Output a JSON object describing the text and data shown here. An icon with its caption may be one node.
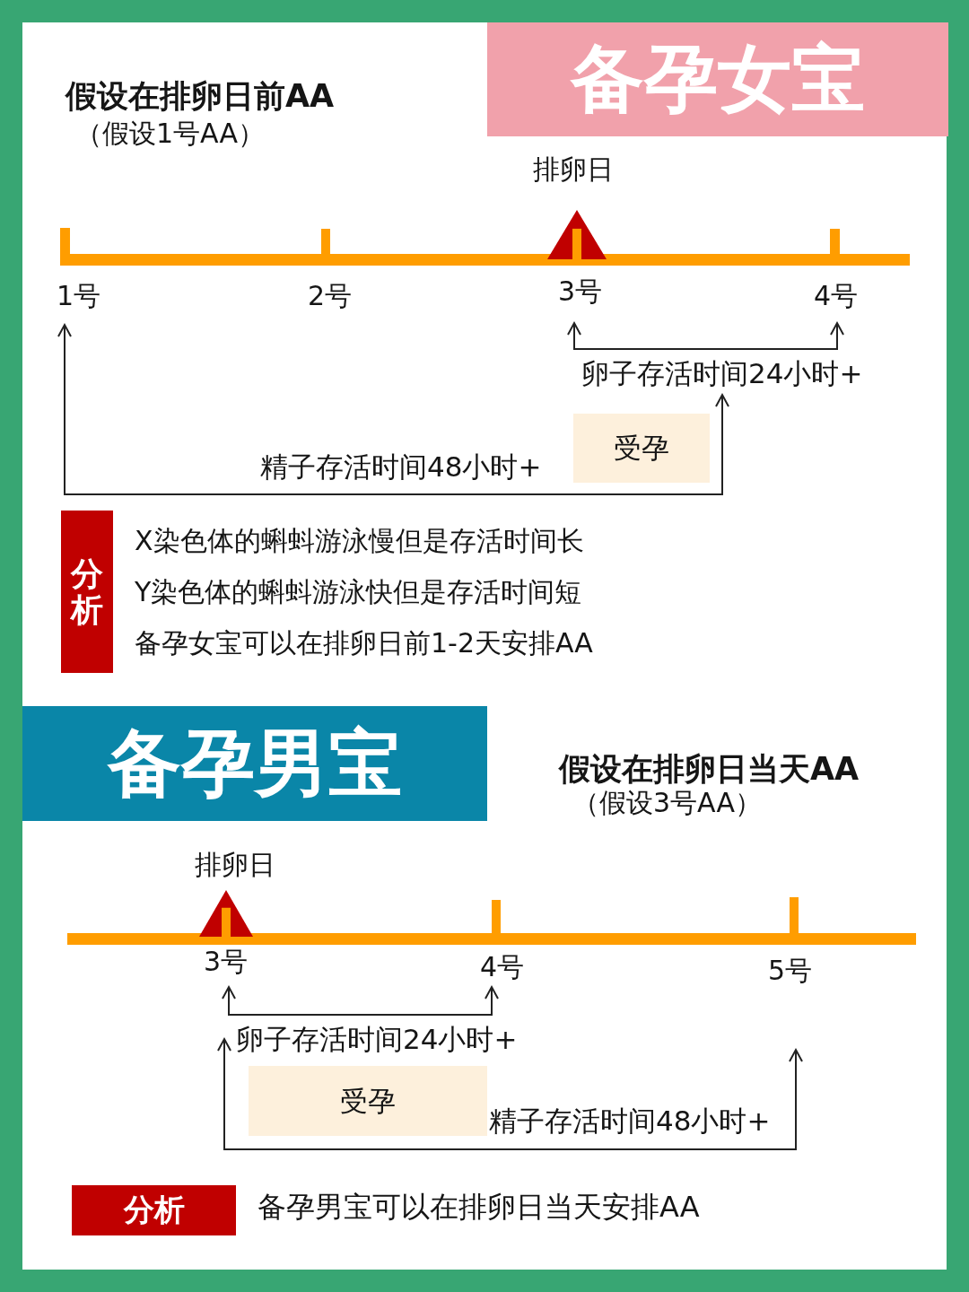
{
  "diagram": {
    "nodes": [
      {
        "text": [
          "备孕女宝"
        ]
      },
      {
        "text": [
          "受孕"
        ]
      },
      {
        "text": [
          "分析"
        ],
        "beside": [
          "X染色体的蝌蚪游泳慢但是存活时间长",
          "Y染色体的蝌蚪游泳快但是存活时间短",
          "备孕女宝可以在排卵日前1-2天安排AA"
        ]
      },
      {
        "text": [
          "备孕男宝"
        ]
      },
      {
        "text": [
          "受孕"
        ]
      },
      {
        "text": [
          "分析"
        ],
        "beside": [
          "备孕男宝可以在排卵日当天安排AA"
        ]
      }
    ],
    "labels": [
      "假设在排卵日前AA",
      "（假设1号AA）",
      "排卵日",
      "1号",
      "2号",
      "3号",
      "4号",
      "卵子存活时间24小时+",
      "精子存活时间48小时+",
      "假设在排卵日当天AA",
      "（假设3号AA）",
      "排卵日",
      "3号",
      "4号",
      "5号",
      "卵子存活时间24小时+",
      "精子存活时间48小时+"
    ]
  }
}
